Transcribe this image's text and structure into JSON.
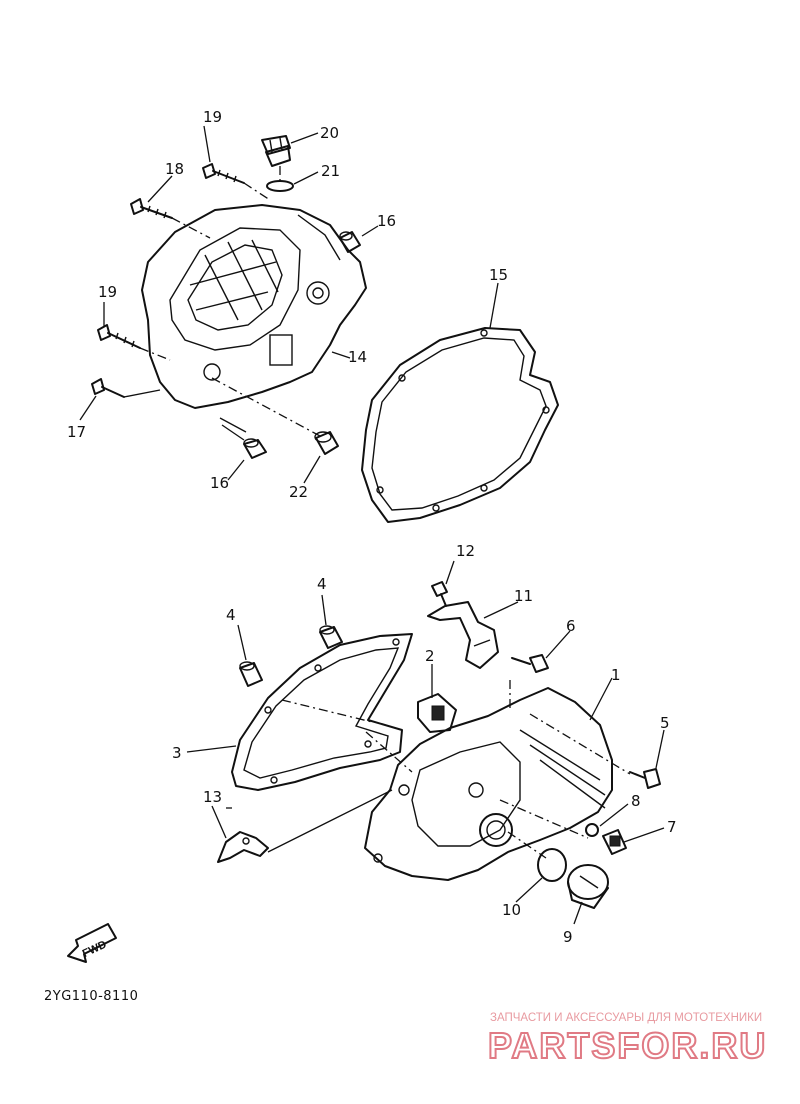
{
  "callouts": [
    "1",
    "2",
    "3",
    "4",
    "4",
    "5",
    "6",
    "7",
    "8",
    "9",
    "10",
    "11",
    "12",
    "13",
    "14",
    "15",
    "16",
    "16",
    "17",
    "18",
    "19",
    "19",
    "20",
    "21",
    "22"
  ],
  "fwd_label": "FWD",
  "diagram_code": "2YG110-8110",
  "watermark": {
    "tagline": "ЗАПЧАСТИ И АКСЕССУАРЫ ДЛЯ МОТОТЕХНИКИ",
    "logo": "PARTSFOR.RU"
  },
  "colors": {
    "ink": "#111111",
    "watermark": "#e07a84"
  }
}
